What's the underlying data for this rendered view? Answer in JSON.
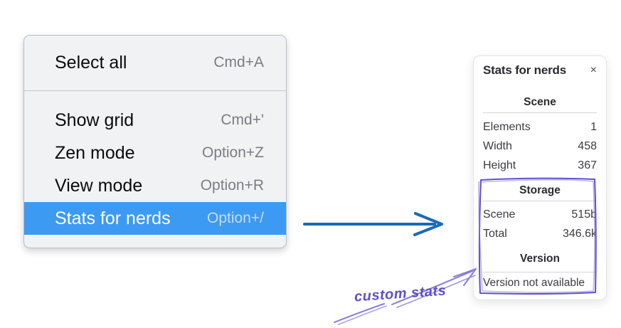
{
  "menu": {
    "sections": [
      {
        "items": [
          {
            "label": "Select all",
            "shortcut": "Cmd+A"
          }
        ]
      },
      {
        "items": [
          {
            "label": "Show grid",
            "shortcut": "Cmd+'"
          },
          {
            "label": "Zen mode",
            "shortcut": "Option+Z"
          },
          {
            "label": "View mode",
            "shortcut": "Option+R"
          },
          {
            "label": "Stats for nerds",
            "shortcut": "Option+/",
            "active": true
          }
        ]
      }
    ]
  },
  "stats_panel": {
    "title": "Stats for nerds",
    "close_icon": "×",
    "sections": [
      {
        "heading": "Scene",
        "rows": [
          [
            "Elements",
            "1"
          ],
          [
            "Width",
            "458"
          ],
          [
            "Height",
            "367"
          ]
        ]
      },
      {
        "heading": "Storage",
        "rows": [
          [
            "Scene",
            "515b"
          ],
          [
            "Total",
            "346.6k"
          ]
        ]
      },
      {
        "heading": "Version",
        "rows": [],
        "note": "Version not available"
      }
    ]
  },
  "annotation": {
    "label": "custom stats"
  },
  "colors": {
    "menu-bg": "#f1f2f4",
    "menu-border": "#b9bec4",
    "menu-separator": "#c4c8cc",
    "menu-text": "#0b0b0c",
    "menu-shortcut": "#7a7d82",
    "highlight": "#3d9af2",
    "highlight-text": "#ffffff",
    "highlight-shortcut": "#c3ddf9",
    "panel-bg": "#ffffff",
    "panel-border": "#e4e4e9",
    "panel-text": "#3b3b40",
    "panel-heading": "#2b2b30",
    "panel-rule": "#d6d6db",
    "flow-arrow": "#1b6ab5",
    "annotation": "#5f4fc9",
    "annotation-light": "#8b7ae0"
  }
}
